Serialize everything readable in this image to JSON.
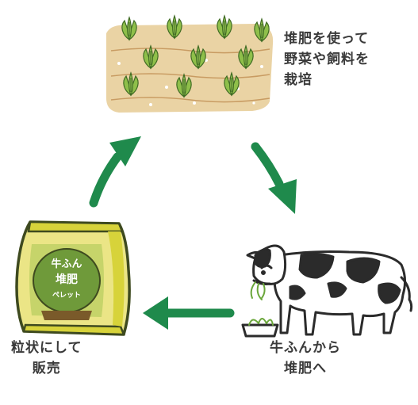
{
  "steps": {
    "field": {
      "lines": [
        "堆肥を使って",
        "野菜や飼料を",
        "栽培"
      ]
    },
    "cow": {
      "lines": [
        "牛ふんから",
        "堆肥へ"
      ]
    },
    "sale": {
      "lines": [
        "粒状にして",
        "販売"
      ]
    }
  },
  "bag": {
    "lines": [
      "牛ふん",
      "堆肥",
      "ペレット"
    ]
  },
  "colors": {
    "arrow": "#1f8a4c",
    "soil": "#ead3a4",
    "plant": "#8fbf4a",
    "bag_outline": "#3e4a1f",
    "bag_fill": "#d7d33a",
    "bag_label": "#6f9a3a"
  },
  "icons": [
    "vegetable-field-icon",
    "holstein-cow-icon",
    "compost-pellet-bag-icon",
    "cycle-arrow-icon"
  ]
}
